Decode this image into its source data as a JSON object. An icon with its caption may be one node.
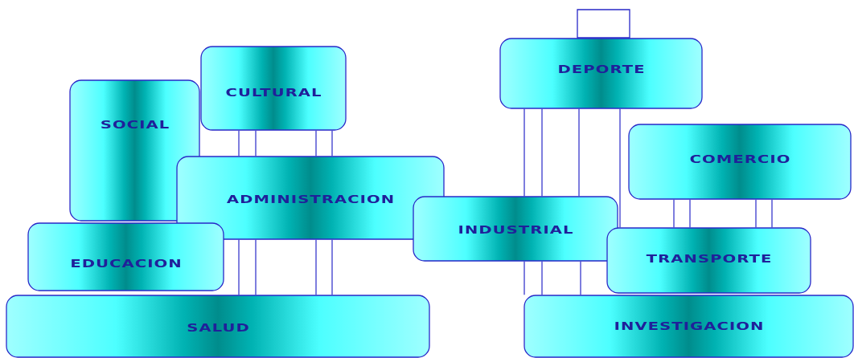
{
  "diagram": {
    "nodes": [
      {
        "text": [
          "CULTURAL"
        ]
      },
      {
        "text": [
          "SOCIAL"
        ]
      },
      {
        "text": [
          "ADMINISTRACION"
        ]
      },
      {
        "text": [
          "EDUCACION"
        ]
      },
      {
        "text": [
          "SALUD"
        ]
      },
      {
        "text": [],
        "shape": "box"
      },
      {
        "text": [
          "DEPORTE"
        ]
      },
      {
        "text": [
          "COMERCIO"
        ]
      },
      {
        "text": [
          "INDUSTRIAL"
        ]
      },
      {
        "text": [
          "TRANSPORTE"
        ]
      },
      {
        "text": [
          "INVESTIGACION"
        ]
      }
    ],
    "edges": [
      {
        "from": 0,
        "to": 2,
        "arrow": "none"
      },
      {
        "from": 0,
        "to": 2,
        "arrow": "none"
      },
      {
        "from": 0,
        "to": 2,
        "arrow": "none"
      },
      {
        "from": 0,
        "to": 2,
        "arrow": "none"
      },
      {
        "from": 2,
        "to": 4,
        "arrow": "none"
      },
      {
        "from": 2,
        "to": 4,
        "arrow": "none"
      },
      {
        "from": 2,
        "to": 4,
        "arrow": "none"
      },
      {
        "from": 2,
        "to": 4,
        "arrow": "none"
      },
      {
        "from": 6,
        "to": 8,
        "arrow": "none"
      },
      {
        "from": 6,
        "to": 8,
        "arrow": "none"
      },
      {
        "from": 6,
        "to": 8,
        "arrow": "none"
      },
      {
        "from": 6,
        "to": 9,
        "arrow": "none"
      },
      {
        "from": 8,
        "to": 10,
        "arrow": "none"
      },
      {
        "from": 8,
        "to": 10,
        "arrow": "none"
      },
      {
        "from": 8,
        "to": 10,
        "arrow": "none"
      },
      {
        "from": 7,
        "to": 9,
        "arrow": "none"
      },
      {
        "from": 7,
        "to": 9,
        "arrow": "none"
      },
      {
        "from": 7,
        "to": 9,
        "arrow": "none"
      },
      {
        "from": 7,
        "to": 9,
        "arrow": "none"
      }
    ]
  }
}
